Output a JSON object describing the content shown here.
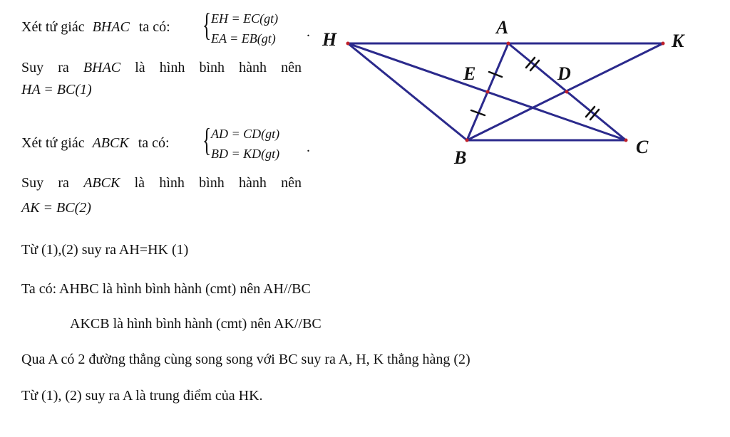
{
  "block1": {
    "intro": "Xét tứ giác",
    "quad": "BHAC",
    "tail": "ta có:",
    "eq1": "EH = EC(gt)",
    "eq2": "EA = EB(gt)",
    "conclusion_prefix": "Suy ra",
    "conclusion_quad": "BHAC",
    "conclusion_rest": "là hình bình hành nên",
    "result": "HA = BC(1)"
  },
  "block2": {
    "intro": "Xét tứ giác",
    "quad": "ABCK",
    "tail": "ta có:",
    "eq1": "AD = CD(gt)",
    "eq2": "BD = KD(gt)",
    "conclusion_prefix": "Suy ra",
    "conclusion_quad": "ABCK",
    "conclusion_rest": "là hình bình hành nên",
    "result": "AK = BC(2)"
  },
  "lines": {
    "l1": "Từ  (1),(2) suy ra AH=HK (1)",
    "l2": "Ta có: AHBC  là hình bình hành (cmt) nên AH//BC",
    "l3": "AKCB là hình bình hành (cmt) nên AK//BC",
    "l4": "Qua A có 2 đường thẳng cùng song song với BC suy ra A, H, K thẳng hàng (2)",
    "l5": "Từ (1), (2) suy ra A là trung điểm của HK."
  },
  "figure": {
    "labels": {
      "H": "H",
      "A": "A",
      "K": "K",
      "E": "E",
      "D": "D",
      "B": "B",
      "C": "C"
    },
    "line_color": "#2b2a8c",
    "point_color": "#c0202a"
  }
}
